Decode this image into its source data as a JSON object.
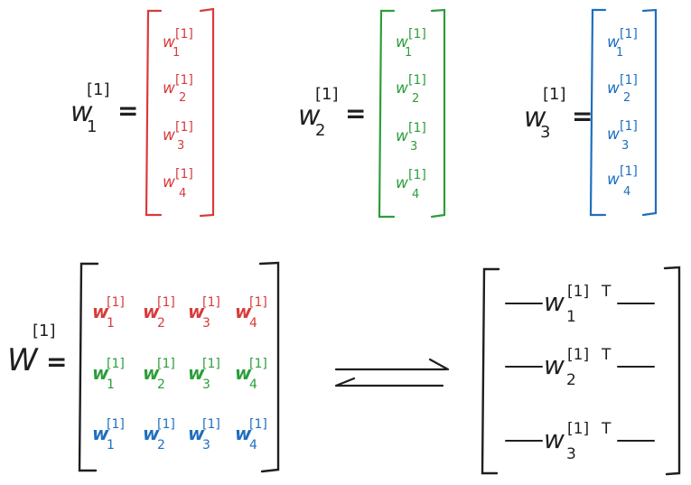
{
  "colors": {
    "ink": "#1f1f1f",
    "red": "#d83b3b",
    "green": "#2c9e3a",
    "blue": "#1f6fbf"
  },
  "symbols": {
    "w": "w",
    "superscript": "[1]",
    "equals": "=",
    "transpose": "T",
    "big_w": "W"
  },
  "vectors": [
    {
      "name": "w1",
      "lhs_subscript": "1",
      "color": "red",
      "entries": [
        "1",
        "2",
        "3",
        "4"
      ]
    },
    {
      "name": "w2",
      "lhs_subscript": "2",
      "color": "green",
      "entries": [
        "1",
        "2",
        "3",
        "4"
      ]
    },
    {
      "name": "w3",
      "lhs_subscript": "3",
      "color": "blue",
      "entries": [
        "1",
        "2",
        "3",
        "4"
      ]
    }
  ],
  "matrix": {
    "rows": [
      {
        "color": "red",
        "cols": [
          "1",
          "2",
          "3",
          "4"
        ]
      },
      {
        "color": "green",
        "cols": [
          "1",
          "2",
          "3",
          "4"
        ]
      },
      {
        "color": "blue",
        "cols": [
          "1",
          "2",
          "3",
          "4"
        ]
      }
    ]
  },
  "transposed_rows": [
    "1",
    "2",
    "3"
  ]
}
